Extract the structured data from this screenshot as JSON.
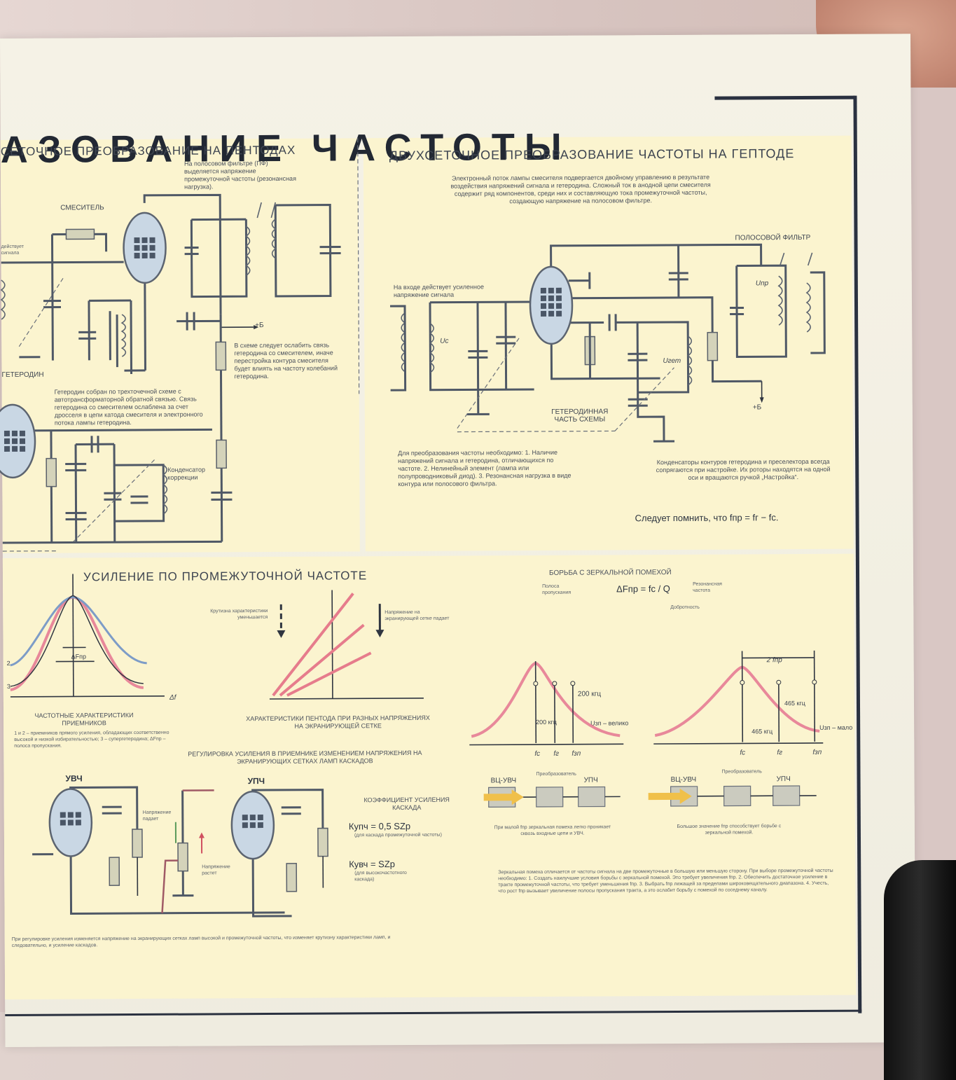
{
  "poster": {
    "main_title": "АЗОВАНИЕ ЧАСТОТЫ",
    "left_section": {
      "title": "СЕТОЧНОЕ ПРЕОБРАЗОВАНИЕ НА ПЕНТОДАХ",
      "note_filter": "На полосовом фильтре (ПФ) выделяется напряжение промежуточной частоты (резонансная нагрузка).",
      "mixer_label": "СМЕСИТЕЛЬ",
      "signal_label": "действует сигнала",
      "heterodyne_label": "ГЕТЕРОДИН",
      "note_weaken": "В схеме следует ослабить связь гетеродина со смесителем, иначе перестройка контура смесителя будет влиять на частоту колебаний гетеродина.",
      "note_heterodyne": "Гетеродин собран по трехточечной схеме с автотрансформаторной обратной связью. Связь гетеродина со смесителем ослаблена за счет дросселя в цепи катода смесителя и электронного потока лампы гетеродина.",
      "capacitor_correction": "Конденсатор коррекции",
      "supply": "+Б"
    },
    "right_section": {
      "title": "ДВУХСЕТОЧНОЕ ПРЕОБРАЗОВАНИЕ ЧАСТОТЫ НА ГЕПТОДЕ",
      "intro": "Электронный поток лампы смесителя подвергается двойному управлению в результате воздействия напряжений сигнала и гетеродина. Сложный ток в анодной цепи смесителя содержит ряд компонентов, среди них и составляющую тока промежуточной частоты, создающую напряжение на полосовом фильтре.",
      "band_filter": "ПОЛОСОВОЙ ФИЛЬТР",
      "input_note": "На входе действует усиленное напряжение сигнала",
      "heterodyne_part": "ГЕТЕРОДИННАЯ ЧАСТЬ СХЕМЫ",
      "u_c": "Uc",
      "u_het": "Uгет",
      "u_pr": "Uпр",
      "supply": "+Б",
      "requirements": "Для преобразования частоты необходимо: 1. Наличие напряжений сигнала и гетеродина, отличающихся по частоте. 2. Нелинейный элемент (лампа или полупроводниковый диод). 3. Резонансная нагрузка в виде контура или полосового фильтра.",
      "capacitors_note": "Конденсаторы контуров гетеродина и преселектора всегда сопрягаются при настройке. Их роторы находятся на одной оси и вращаются ручкой „Настройка“.",
      "remember": "Следует помнить, что fпр = fг − fс."
    },
    "if_section": {
      "title": "УСИЛЕНИЕ ПО ПРОМЕЖУТОЧНОЙ ЧАСТОТЕ",
      "freq_char_caption": "ЧАСТОТНЫЕ ХАРАКТЕРИСТИКИ ПРИЕМНИКОВ",
      "freq_char_note": "1 и 2 – приемников прямого усиления, обладающих соответственно высокой и низкой избирательностью; 3 – супергетеродина; ΔFпр – полоса пропускания.",
      "delta_f": "ΔFпр",
      "axis_f": "Δf",
      "slope_note": "Крутизна характеристики уменьшается",
      "screen_note": "Напряжение на экранирующей сетке падает",
      "pentode_caption": "ХАРАКТЕРИСТИКИ ПЕНТОДА ПРИ РАЗНЫХ НАПРЯЖЕНИЯХ НА ЭКРАНИРУЮЩЕЙ СЕТКЕ",
      "regulation": "РЕГУЛИРОВКА УСИЛЕНИЯ В ПРИЕМНИКЕ ИЗМЕНЕНИЕМ НАПРЯЖЕНИЯ НА ЭКРАНИРУЮЩИХ СЕТКАХ ЛАМП КАСКАДОВ",
      "uvch": "УВЧ",
      "upch": "УПЧ",
      "voltage_falls": "Напряжение падает",
      "voltage_rises": "Напряжение растет",
      "coef_title": "КОЭФФИЦИЕНТ УСИЛЕНИЯ КАСКАДА",
      "k_upch": "Купч = 0,5 SZр",
      "k_upch_note": "(для каскада промежуточной частоты)",
      "k_uvch": "Кувч = SZр",
      "k_uvch_note": "(для высокочастотного каскада)",
      "bottom_note": "При регулировке усиления изменяется напряжение на экранирующих сетках ламп высокой и промежуточной частоты, что изменяет крутизну характеристики ламп, и следовательно, и усиление каскадов."
    },
    "image_section": {
      "title": "БОРЬБА С ЗЕРКАЛЬНОЙ ПОМЕХОЙ",
      "formula": "ΔFпр = fc / Q",
      "band": "Полоса пропускания",
      "resonant": "Резонансная частота",
      "quality": "Добротность",
      "khz200": "200 кгц",
      "khz465": "465 кгц",
      "two_fpr": "2 fпр",
      "u_big": "Uзп – велико",
      "u_small": "Uзп – мало",
      "fc": "fc",
      "fr": "fг",
      "fzp": "fзп",
      "block1a": "ВЦ-УВЧ",
      "block2a": "Преобразователь",
      "block3a": "УПЧ",
      "note_small": "При малой fпр зеркальная помеха легко проникает сквозь входные цепи и УВЧ.",
      "note_big": "Большое значение fпр способствует борьбе с зеркальной помехой.",
      "mirror_note": "Зеркальная помеха отличается от частоты сигнала на две промежуточные в большую или меньшую сторону. При выборе промежуточной частоты необходимо: 1. Создать наилучшие условия борьбы с зеркальной помехой. Это требует увеличения fпр. 2. Обеспечить достаточное усиление в тракте промежуточной частоты, что требует уменьшения fпр. 3. Выбрать fпр лежащей за пределами широковещательного диапазона. 4. Учесть, что рост fпр вызывает увеличение полосы пропускания тракта, а это ослабит борьбу с помехой по соседнему каналу."
    }
  }
}
